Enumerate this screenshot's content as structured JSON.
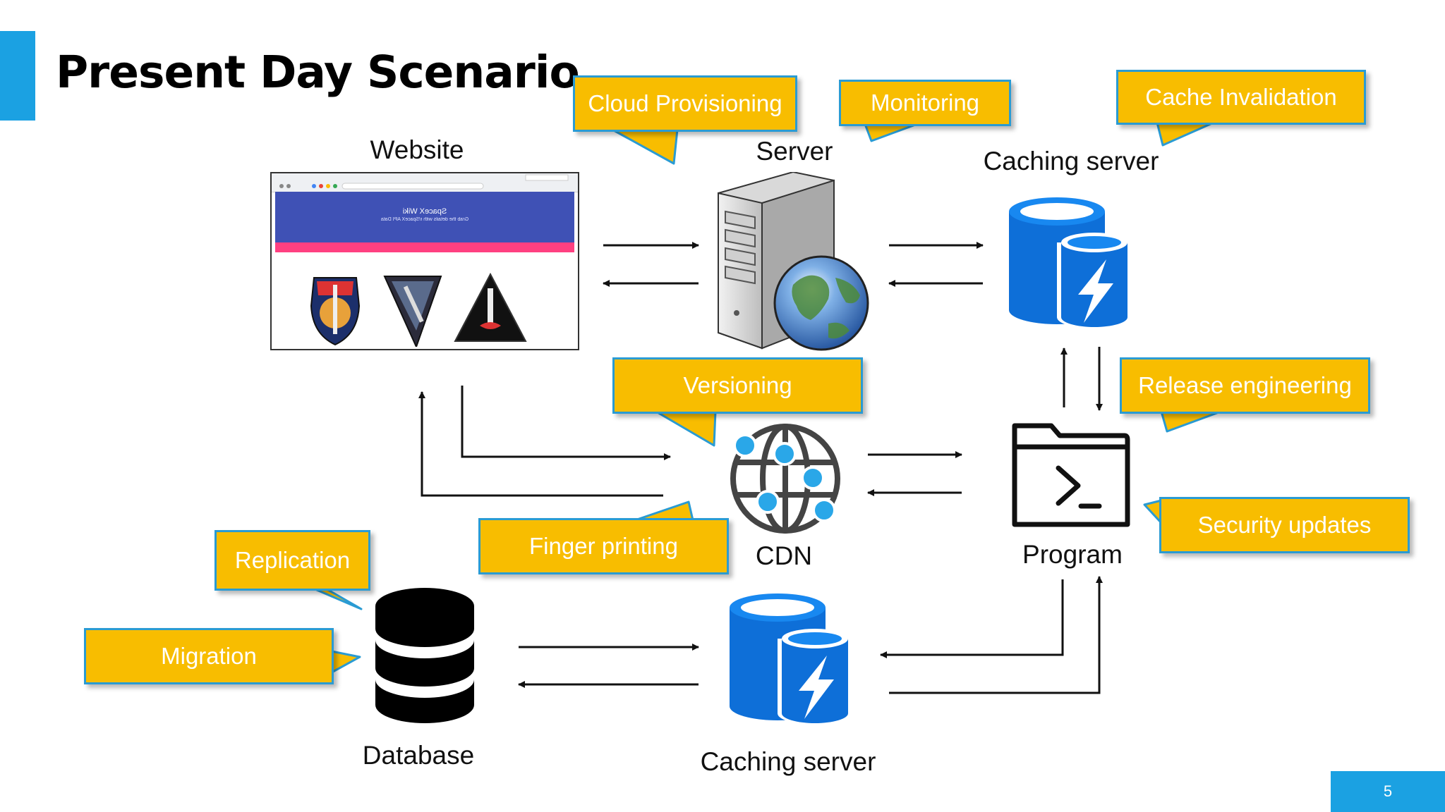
{
  "slide": {
    "title": "Present Day Scenario",
    "page_number": "5",
    "accent_color": "#1ba1e2",
    "callout_color": "#f8bd00",
    "callout_border": "#2a9bd3"
  },
  "nodes": {
    "website": "Website",
    "server": "Server",
    "caching_top": "Caching server",
    "cdn": "CDN",
    "program": "Program",
    "database": "Database",
    "caching_bottom": "Caching server"
  },
  "website_screenshot": {
    "banner_title": "SpaceX Wiki",
    "banner_subtitle": "Grab the details with r/SpaceX API Data"
  },
  "callouts": {
    "cloud_provisioning": "Cloud Provisioning",
    "monitoring": "Monitoring",
    "cache_invalidation": "Cache Invalidation",
    "versioning": "Versioning",
    "release_engineering": "Release engineering",
    "security_updates": "Security updates",
    "finger_printing": "Finger printing",
    "replication": "Replication",
    "migration": "Migration"
  },
  "icons": [
    "server-icon",
    "globe-icon",
    "cache-database-icon",
    "cdn-network-icon",
    "terminal-folder-icon",
    "database-icon",
    "browser-screenshot"
  ]
}
